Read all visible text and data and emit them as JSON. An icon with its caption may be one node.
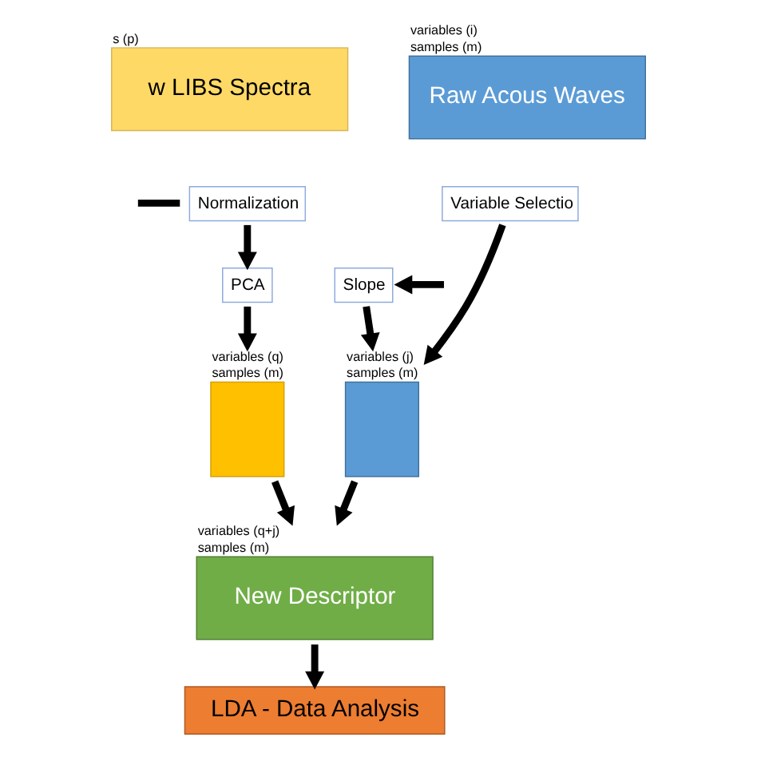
{
  "diagram": {
    "nodes": [
      {
        "text": [
          "w LIBS Spectra"
        ],
        "beside": [
          "s (p)"
        ]
      },
      {
        "text": [
          "Raw Acous Waves"
        ],
        "beside": [
          "variables (i)",
          "samples (m)"
        ]
      },
      {
        "text": [
          "Normalization"
        ]
      },
      {
        "text": [
          "Variable Selectio"
        ]
      },
      {
        "text": [
          "PCA"
        ]
      },
      {
        "text": [
          "Slope"
        ]
      },
      {
        "text": [],
        "shape": "box",
        "beside": [
          "variables (q)",
          "samples (m)"
        ]
      },
      {
        "text": [],
        "shape": "box",
        "beside": [
          "variables (j)",
          "samples (m)"
        ]
      },
      {
        "text": [
          "New Descriptor"
        ],
        "beside": [
          "variables (q+j)",
          "samples (m)"
        ]
      },
      {
        "text": [
          "LDA - Data Analysis"
        ]
      }
    ],
    "edges": [
      {
        "from": null,
        "to": 2,
        "arrow": "none"
      },
      {
        "from": 2,
        "to": 4,
        "arrow": "to"
      },
      {
        "from": 4,
        "to": 6,
        "arrow": "to"
      },
      {
        "from": 3,
        "to": 7,
        "arrow": "to"
      },
      {
        "from": 5,
        "to": 7,
        "arrow": "to"
      },
      {
        "from": null,
        "to": 5,
        "arrow": "to"
      },
      {
        "from": 6,
        "to": 8,
        "arrow": "to"
      },
      {
        "from": 7,
        "to": 8,
        "arrow": "to"
      },
      {
        "from": 8,
        "to": 9,
        "arrow": "to"
      }
    ]
  }
}
